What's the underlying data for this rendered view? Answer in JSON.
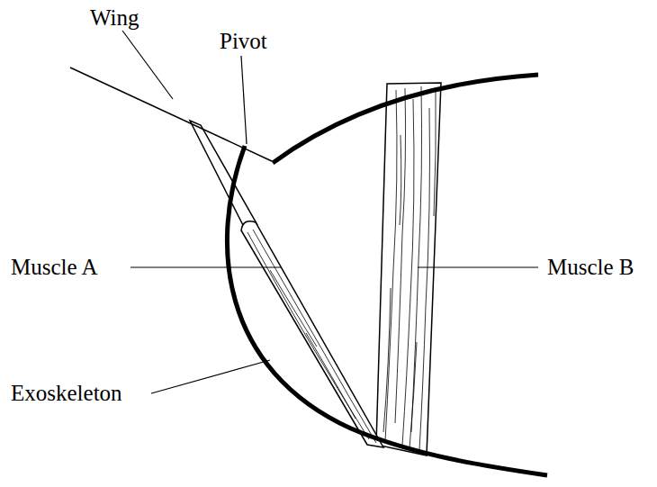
{
  "diagram": {
    "labels": [
      "Wing",
      "Pivot",
      "Muscle A",
      "Muscle B",
      "Exoskeleton"
    ]
  }
}
